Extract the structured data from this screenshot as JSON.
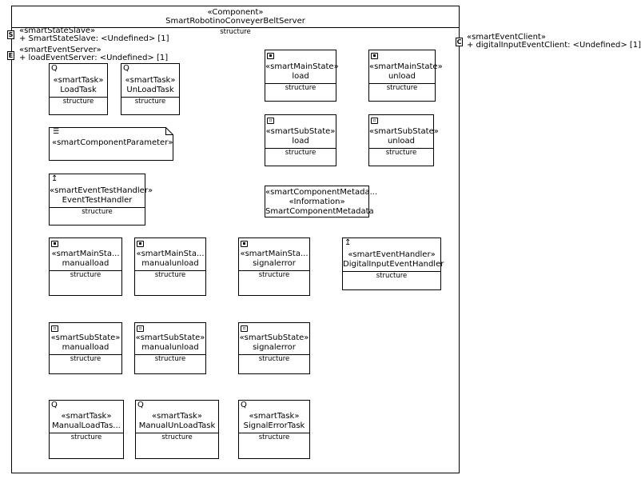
{
  "component": {
    "stereotype": "«Component»",
    "name": "SmartRobotinoConveyerBeltServer",
    "compartment": "structure"
  },
  "ports": {
    "state_slave": {
      "stereotype": "«smartStateSlave»",
      "property": "+ SmartStateSlave: <Undefined> [1]"
    },
    "event_server": {
      "stereotype": "«smartEventServer»",
      "property": "+ loadEventServer: <Undefined> [1]"
    },
    "event_client": {
      "stereotype": "«smartEventClient»",
      "property": "+ digitalInputEventClient: <Undefined> [1]"
    }
  },
  "elements": {
    "load_task": {
      "stereotype": "«smartTask»",
      "name": "LoadTask",
      "compartment": "structure",
      "icon": "task-icon"
    },
    "unload_task": {
      "stereotype": "«smartTask»",
      "name": "UnLoadTask",
      "compartment": "structure",
      "icon": "task-icon"
    },
    "main_load": {
      "stereotype": "«smartMainState»",
      "name": "load",
      "compartment": "structure",
      "icon": "state-icon"
    },
    "main_unload": {
      "stereotype": "«smartMainState»",
      "name": "unload",
      "compartment": "structure",
      "icon": "state-icon"
    },
    "sub_load": {
      "stereotype": "«smartSubState»",
      "name": "load",
      "compartment": "structure",
      "icon": "state-icon"
    },
    "sub_unload": {
      "stereotype": "«smartSubState»",
      "name": "unload",
      "compartment": "structure",
      "icon": "state-icon"
    },
    "param": {
      "stereotype": "«smartComponentParameter»",
      "icon": "parameter-icon"
    },
    "event_test_handler": {
      "stereotype": "«smartEventTestHandler»",
      "name": "EventTestHandler",
      "compartment": "structure",
      "icon": "handler-icon"
    },
    "metadata": {
      "stereotype": "«smartComponentMetada...",
      "stereotype2": "«Information»",
      "name": "SmartComponentMetadata"
    },
    "main_manualload": {
      "stereotype": "«smartMainSta...",
      "name": "manualload",
      "compartment": "structure",
      "icon": "state-icon"
    },
    "main_manualunload": {
      "stereotype": "«smartMainSta...",
      "name": "manualunload",
      "compartment": "structure",
      "icon": "state-icon"
    },
    "main_signalerror": {
      "stereotype": "«smartMainSta...",
      "name": "signalerror",
      "compartment": "structure",
      "icon": "state-icon"
    },
    "event_handler": {
      "stereotype": "«smartEventHandler»",
      "name": "DigitalInputEventHandler",
      "compartment": "structure",
      "icon": "handler-icon"
    },
    "sub_manualload": {
      "stereotype": "«smartSubState»",
      "name": "manualload",
      "compartment": "structure",
      "icon": "state-icon"
    },
    "sub_manualunload": {
      "stereotype": "«smartSubState»",
      "name": "manualunload",
      "compartment": "structure",
      "icon": "state-icon"
    },
    "sub_signalerror": {
      "stereotype": "«smartSubState»",
      "name": "signalerror",
      "compartment": "structure",
      "icon": "state-icon"
    },
    "task_manualload": {
      "stereotype": "«smartTask»",
      "name": "ManualLoadTas...",
      "compartment": "structure",
      "icon": "task-icon"
    },
    "task_manualunload": {
      "stereotype": "«smartTask»",
      "name": "ManualUnLoadTask",
      "compartment": "structure",
      "icon": "task-icon"
    },
    "task_signalerror": {
      "stereotype": "«smartTask»",
      "name": "SignalErrorTask",
      "compartment": "structure",
      "icon": "task-icon"
    }
  }
}
